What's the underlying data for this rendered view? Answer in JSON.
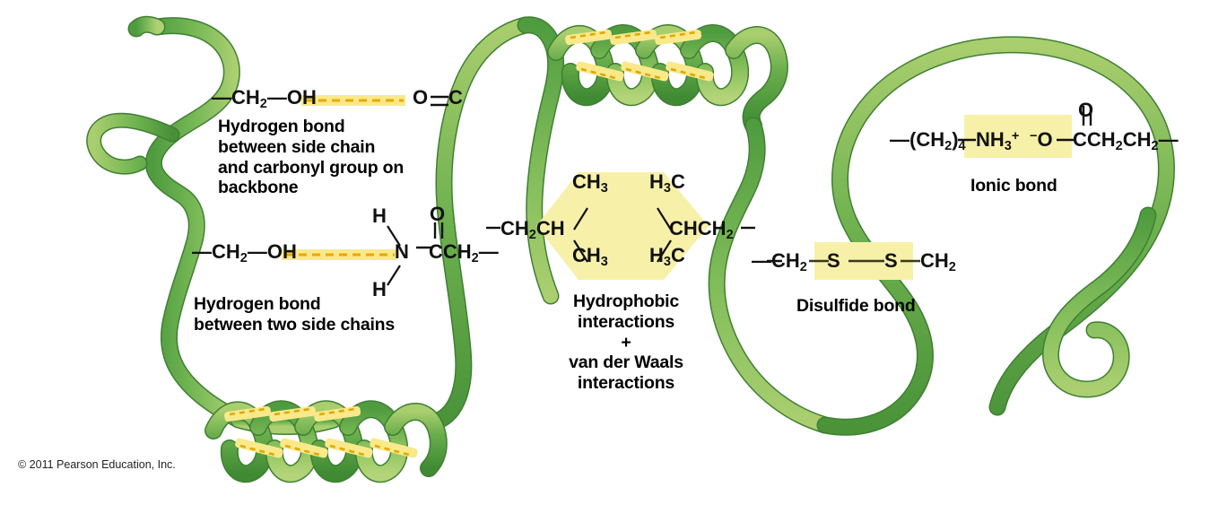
{
  "figure": {
    "title": "Protein tertiary structure bonds and interactions",
    "copyright": "© 2011 Pearson Education, Inc."
  },
  "colors": {
    "ribbon_dark_green": "#4f9c3f",
    "ribbon_mid_green": "#6fb350",
    "ribbon_light_green": "#a9ce6e",
    "ribbon_edge": "#3f7f33",
    "highlight_yellow": "#f7f0a8",
    "bond_yellow": "#ffd92b",
    "helix_hbond_yellow": "#f9e98a",
    "text_black": "#000000",
    "background": "#ffffff"
  },
  "interactions": [
    {
      "id": "hydrogen-bond-side-chain-carbonyl",
      "caption": "Hydrogen bond\nbetween side chain\nand carbonyl group on\nbackbone",
      "formula_left": "—CH2—OH",
      "formula_right": "O═C",
      "bond_style": "yellow dashed line",
      "highlight": "yellow dashed"
    },
    {
      "id": "hydrogen-bond-two-side-chains",
      "caption": "Hydrogen bond\nbetween two side chains",
      "formula_left": "—CH2—OH",
      "formula_right": "N—CCH2—",
      "substituent_top": "H",
      "substituent_bottom": "H",
      "carbonyl_oxygen": "O",
      "bond_style": "yellow dashed line",
      "highlight": "yellow dashed"
    },
    {
      "id": "hydrophobic-vanderwaals",
      "caption": "Hydrophobic\ninteractions\n+\nvan der Waals\ninteractions",
      "left_chain": "—CH2CH",
      "left_methyl_top": "CH3",
      "left_methyl_bottom": "CH3",
      "right_methyl_top": "H3C",
      "right_methyl_bottom": "H3C",
      "right_chain": "CHCH2—",
      "highlight": "yellow hexagon"
    },
    {
      "id": "disulfide-bond",
      "caption": "Disulfide bond",
      "formula": "—CH2—S—S—CH2—",
      "left_group": "—CH2",
      "sulfur_left": "S",
      "sulfur_right": "S",
      "right_group": "CH2—",
      "highlight": "yellow rectangle"
    },
    {
      "id": "ionic-bond",
      "caption": "Ionic bond",
      "left_group": "—(CH2)4—",
      "cation": "NH3+",
      "anion": "−O",
      "right_group": "—CCH2CH2—",
      "carbonyl_oxygen": "O",
      "highlight": "yellow rectangle"
    }
  ],
  "labels": {
    "hbond_carbonyl": "Hydrogen bond\nbetween side chain\nand carbonyl group on\nbackbone",
    "hbond_side_chains": "Hydrogen bond\nbetween two side chains",
    "hydrophobic": "Hydrophobic\ninteractions\n+\nvan der Waals\ninteractions",
    "disulfide": "Disulfide bond",
    "ionic": "Ionic bond"
  },
  "formulas": {
    "hb1_left_ch2": "—CH",
    "hb1_left_sub": "2",
    "hb1_oh": "—OH",
    "hb1_o": "O",
    "hb1_c": "C",
    "hb2_left_ch2": "—CH",
    "hb2_left_sub": "2",
    "hb2_oh": "—OH",
    "hb2_n": "N",
    "hb2_h_top": "H",
    "hb2_h_bottom": "H",
    "hb2_o": "O",
    "hb2_ccH2": "CCH",
    "hb2_ccH2_sub": "2",
    "hb2_tail": "—",
    "hp_left": "—CH",
    "hp_left_sub": "2",
    "hp_left_ch": "CH",
    "hp_ch3_top_left": "CH",
    "hp_ch3_top_left_sub": "3",
    "hp_ch3_bot_left": "CH",
    "hp_ch3_bot_left_sub": "3",
    "hp_h3c_top_right": "H",
    "hp_h3c_top_right_sub": "3",
    "hp_h3c_top_right_c": "C",
    "hp_h3c_bot_right": "H",
    "hp_h3c_bot_right_sub": "3",
    "hp_h3c_bot_right_c": "C",
    "hp_right_ch": "CHCH",
    "hp_right_sub": "2",
    "hp_right_tail": "—",
    "ds_left": "—CH",
    "ds_left_sub": "2",
    "ds_s1": "S",
    "ds_s2": "S",
    "ds_right": "CH",
    "ds_right_sub": "2",
    "ds_right_tail": "—",
    "ion_left": "—(CH",
    "ion_left_sub": "2",
    "ion_left_close": ")",
    "ion_left_count": "4",
    "ion_nh3": "NH",
    "ion_nh3_sub": "3",
    "ion_nh3_sup": "+",
    "ion_minus": "−",
    "ion_o_anion": "O",
    "ion_carbonyl_o": "O",
    "ion_right": "CCH",
    "ion_right_sub1": "2",
    "ion_right_ch": "CH",
    "ion_right_sub2": "2",
    "ion_right_tail": "—"
  }
}
